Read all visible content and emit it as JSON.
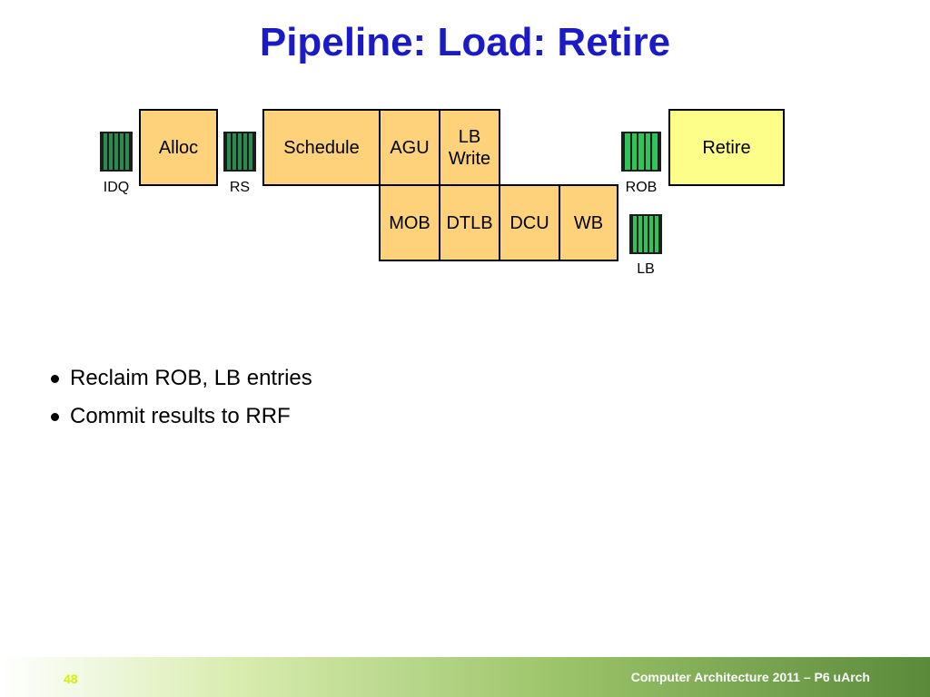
{
  "slide": {
    "title": "Pipeline: Load: Retire"
  },
  "diagram": {
    "stages": {
      "alloc": "Alloc",
      "schedule": "Schedule",
      "agu": "AGU",
      "lb_write": "LB\nWrite",
      "retire": "Retire",
      "mob": "MOB",
      "dtlb": "DTLB",
      "dcu": "DCU",
      "wb": "WB"
    },
    "buffers": {
      "idq": "IDQ",
      "rs": "RS",
      "rob": "ROB",
      "lb": "LB"
    }
  },
  "bullets": [
    "Reclaim ROB, LB entries",
    "Commit results to RRF"
  ],
  "footer": {
    "page_number": "48",
    "course": "Computer Architecture 2011 – P6 uArch"
  },
  "colors": {
    "title": "#1a1ac8",
    "stage_fill": "#fdd27a",
    "retire_fill": "#fdfd8a",
    "buffer_dark": "#2d8a4e",
    "buffer_bright": "#2fc35a",
    "page_number": "#d6f000"
  }
}
